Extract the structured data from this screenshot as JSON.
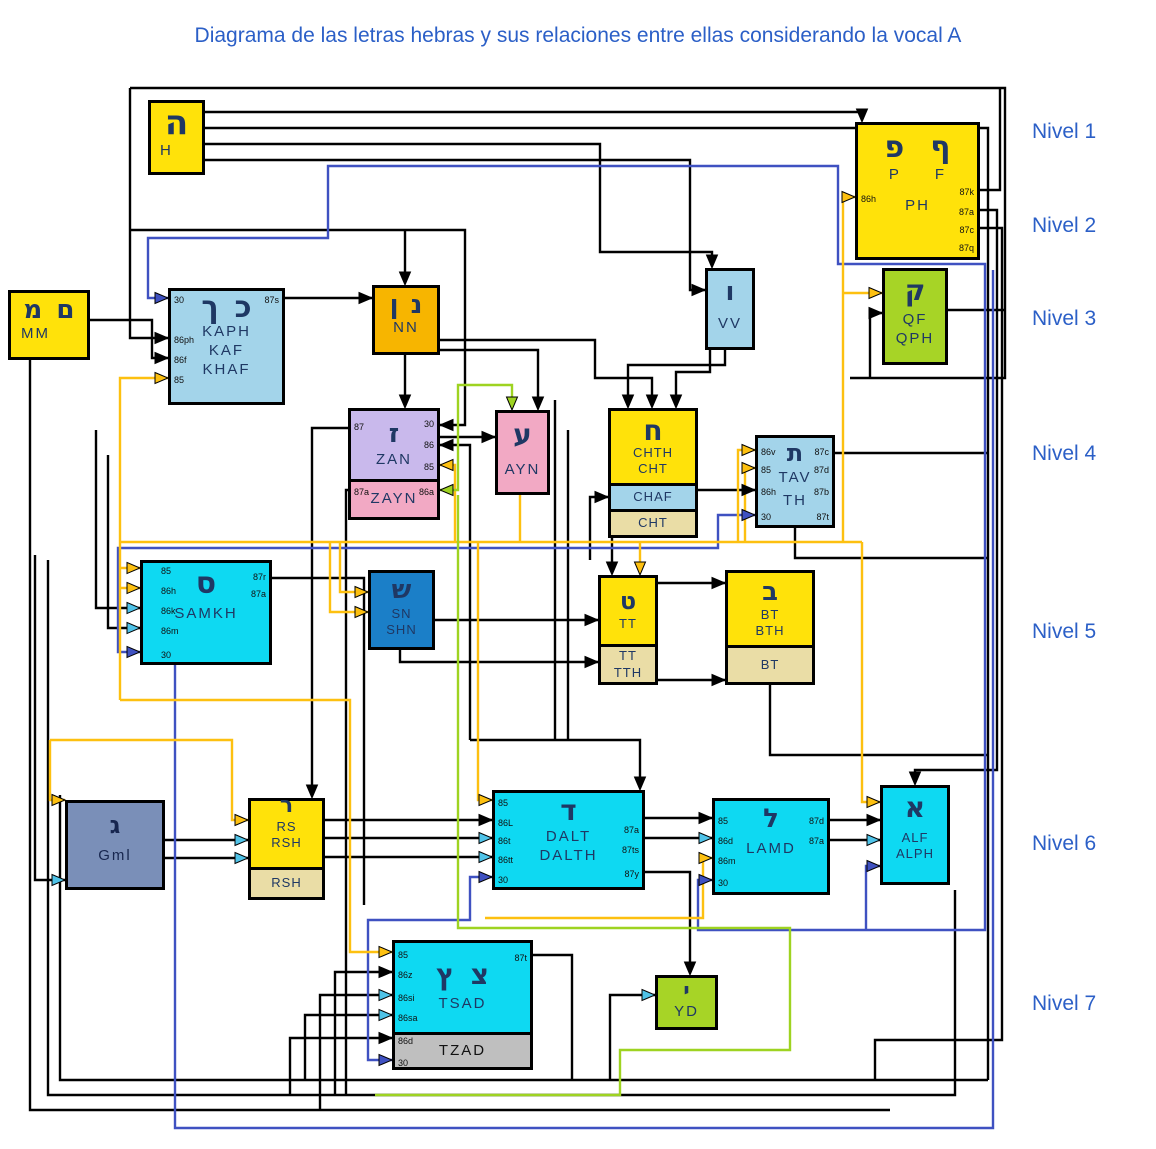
{
  "title": "Diagrama de las letras hebras y sus relaciones entre ellas considerando la vocal A",
  "levels": [
    "Nivel 1",
    "Nivel 2",
    "Nivel 3",
    "Nivel 4",
    "Nivel 5",
    "Nivel 6",
    "Nivel 7"
  ],
  "colors": {
    "title_blue": "#2b5fc7",
    "line_black": "#000000",
    "line_blue": "#3f51c1",
    "line_yellow": "#fdc010",
    "line_green": "#9ed321",
    "line_cyan": "#4fc3e8",
    "box_yellow": "#ffe20a",
    "box_orange": "#f7b500",
    "box_lightblue": "#a3d4ea",
    "box_lavender": "#c9b9ec",
    "box_pink": "#f2a9c4",
    "box_cyan": "#0ed9f2",
    "box_blue": "#1b7fc8",
    "box_green": "#a7d426",
    "box_tan": "#eadda6",
    "box_gray": "#bfbfbf",
    "box_grayblue": "#7a8fb8"
  },
  "nodes": {
    "h": {
      "hebrew": "ה",
      "label": "H"
    },
    "ph": {
      "hebrew_p": "פ",
      "hebrew_f": "ף",
      "label_p": "P",
      "label_f": "F",
      "label": "PH",
      "ports_left": [
        "86h"
      ],
      "ports_right": [
        "87k",
        "87a",
        "87c",
        "87q"
      ]
    },
    "mm": {
      "hebrew_1": "מ",
      "hebrew_2": "ם",
      "label": "MM"
    },
    "kaph": {
      "hebrew_1": "ך",
      "hebrew_2": "כ",
      "labels": [
        "KAPH",
        "KAF",
        "KHAF"
      ],
      "ports_left": [
        "30",
        "86ph",
        "86f",
        "85"
      ],
      "ports_right": [
        "87s"
      ]
    },
    "nn": {
      "hebrew_1": "ן",
      "hebrew_2": "נ",
      "label": "NN"
    },
    "zan": {
      "hebrew": "ז",
      "label_top": "ZAN",
      "label_bottom": "ZAYN",
      "ports": {
        "p87": "87",
        "p30": "30",
        "p86": "86",
        "p85": "85",
        "p87a": "87a",
        "p86a": "86a"
      }
    },
    "ayn": {
      "hebrew": "ע",
      "label": "AYN"
    },
    "chth": {
      "hebrew": "ח",
      "labels_top": [
        "CHTH",
        "CHT"
      ],
      "label_mid": "CHAF",
      "label_bottom": "CHT"
    },
    "vv": {
      "hebrew": "ו",
      "label": "VV"
    },
    "qf": {
      "hebrew": "ק",
      "labels": [
        "QF",
        "QPH"
      ]
    },
    "tav": {
      "hebrew": "ת",
      "label": "TAV",
      "label2": "TH",
      "ports_left": [
        "86v",
        "85",
        "86h",
        "30"
      ],
      "ports_right": [
        "87c",
        "87d",
        "87b",
        "87t"
      ]
    },
    "samkh": {
      "hebrew": "ס",
      "label": "SAMKH",
      "ports_left": [
        "85",
        "86h",
        "86k",
        "86m",
        "30"
      ],
      "ports_right": [
        "87r",
        "87a"
      ]
    },
    "sn": {
      "hebrew": "ש",
      "labels": [
        "SN",
        "SHN"
      ]
    },
    "tt": {
      "hebrew": "ט",
      "label_top": "TT",
      "labels_bottom": [
        "TT",
        "TTH"
      ]
    },
    "bt": {
      "hebrew": "ב",
      "labels_top": [
        "BT",
        "BTH"
      ],
      "label_bottom": "BT"
    },
    "gml": {
      "hebrew": "ג",
      "label": "Gml"
    },
    "rs": {
      "hebrew": "ר",
      "labels_top": [
        "RS",
        "RSH"
      ],
      "label_bottom": "RSH"
    },
    "dalt": {
      "hebrew": "ד",
      "labels": [
        "DALT",
        "DALTH"
      ],
      "ports_left": [
        "85",
        "86L",
        "86t",
        "86tt",
        "30"
      ],
      "ports_right": [
        "87a",
        "87ts",
        "87y"
      ]
    },
    "lamd": {
      "hebrew": "ל",
      "label": "LAMD",
      "ports_left": [
        "85",
        "86d",
        "86m",
        "30"
      ],
      "ports_right": [
        "87d",
        "87a"
      ]
    },
    "alf": {
      "hebrew": "א",
      "labels": [
        "ALF",
        "ALPH"
      ]
    },
    "tsad": {
      "hebrew_1": "ץ",
      "hebrew_2": "צ",
      "label_top": "TSAD",
      "label_bottom": "TZAD",
      "ports_left": [
        "85",
        "86z",
        "86si",
        "86sa",
        "86d",
        "30"
      ],
      "ports_right": [
        "87t"
      ]
    },
    "yd": {
      "hebrew": "י",
      "label": "YD"
    }
  }
}
